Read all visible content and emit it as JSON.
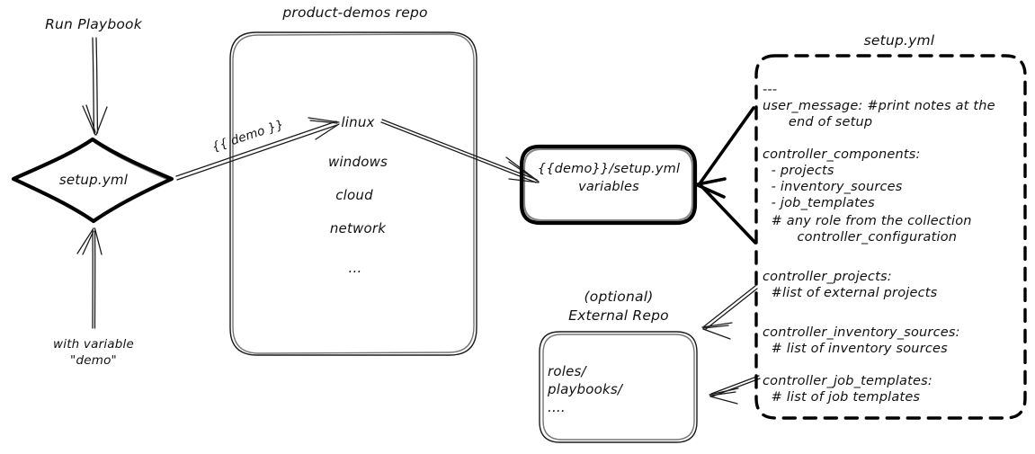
{
  "diagram": {
    "title": "product-demos setup.yml flow",
    "ink_color": "#111111",
    "background": "#ffffff"
  },
  "run_playbook": {
    "label": "Run Playbook"
  },
  "with_variable": {
    "line1": "with variable",
    "line2": "\"demo\""
  },
  "setup_node": {
    "label": "setup.yml"
  },
  "repo": {
    "title": "product-demos repo",
    "items": [
      "linux",
      "windows",
      "cloud",
      "network",
      "..."
    ]
  },
  "demo_arrow": {
    "label": "{{ demo }}"
  },
  "variables_node": {
    "line1": "{{demo}}/setup.yml",
    "line2": "variables"
  },
  "external_repo": {
    "title_line1": "(optional)",
    "title_line2": "External Repo",
    "items": [
      "roles/",
      "playbooks/",
      "...."
    ]
  },
  "setup_yml_file": {
    "title": "setup.yml",
    "lines": [
      "---",
      "user_message: #print notes at the",
      "      end of setup",
      "",
      "controller_components:",
      "  - projects",
      "  - inventory_sources",
      "  - job_templates",
      "  # any role from the collection",
      "        controller_configuration",
      "",
      "controller_projects:",
      "  #list of external projects",
      "",
      "controller_inventory_sources:",
      "  # list of inventory sources",
      "",
      "controller_job_templates:",
      "  # list of job templates"
    ]
  }
}
